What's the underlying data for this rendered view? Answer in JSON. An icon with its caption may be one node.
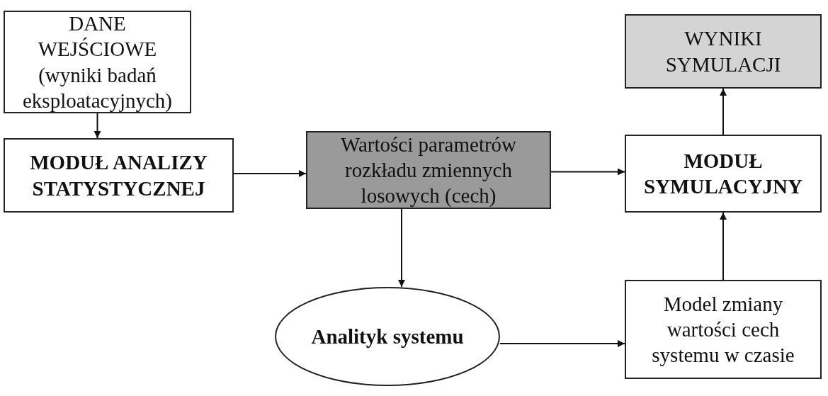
{
  "diagram": {
    "nodes": [
      {
        "text": [
          "DANE WEJŚCIOWE",
          "(wyniki badań eksploatacyjnych)"
        ]
      },
      {
        "text": [
          "MODUŁ ANALIZY STATYSTYCZNEJ"
        ]
      },
      {
        "text": [
          "Wartości parametrów rozkładu zmiennych losowych (cech)"
        ]
      },
      {
        "text": [
          "WYNIKI SYMULACJI"
        ]
      },
      {
        "text": [
          "MODUŁ SYMULACYJNY"
        ]
      },
      {
        "text": [
          "Analityk systemu"
        ]
      },
      {
        "text": [
          "Model zmiany wartości cech systemu w czasie"
        ]
      }
    ],
    "edges": [
      {
        "from": 0,
        "to": 1,
        "arrow": "to"
      },
      {
        "from": 1,
        "to": 2,
        "arrow": "to"
      },
      {
        "from": 2,
        "to": 4,
        "arrow": "to"
      },
      {
        "from": 4,
        "to": 3,
        "arrow": "to"
      },
      {
        "from": 2,
        "to": 5,
        "arrow": "to"
      },
      {
        "from": 5,
        "to": 6,
        "arrow": "to"
      },
      {
        "from": 6,
        "to": 4,
        "arrow": "to"
      }
    ]
  }
}
